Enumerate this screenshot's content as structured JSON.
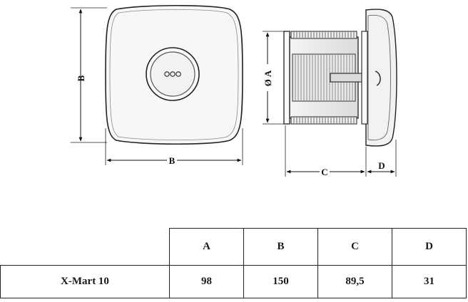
{
  "dimension_labels": {
    "A": "A",
    "B": "B",
    "C": "C",
    "D": "D",
    "diameter_symbol": "Ø"
  },
  "fan_center_icon": "three-dots-icon",
  "table": {
    "columns": [
      "A",
      "B",
      "C",
      "D"
    ],
    "rows": [
      {
        "model": "X-Mart 10",
        "A": "98",
        "B": "150",
        "C": "89,5",
        "D": "31"
      }
    ]
  }
}
